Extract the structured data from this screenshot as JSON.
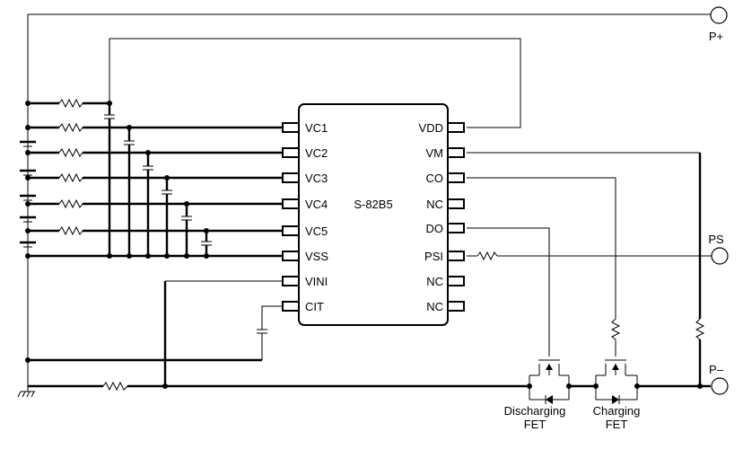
{
  "ic": {
    "name": "S-82B5",
    "left_pins": [
      "VC1",
      "VC2",
      "VC3",
      "VC4",
      "VC5",
      "VSS",
      "VINI",
      "CIT"
    ],
    "right_pins": [
      "VDD",
      "VM",
      "CO",
      "NC",
      "DO",
      "PSI",
      "NC",
      "NC"
    ]
  },
  "terminals": {
    "p_plus": "P+",
    "ps": "PS",
    "p_minus": "P–"
  },
  "fets": {
    "discharging": [
      "Discharging",
      "FET"
    ],
    "charging": [
      "Charging",
      "FET"
    ]
  }
}
